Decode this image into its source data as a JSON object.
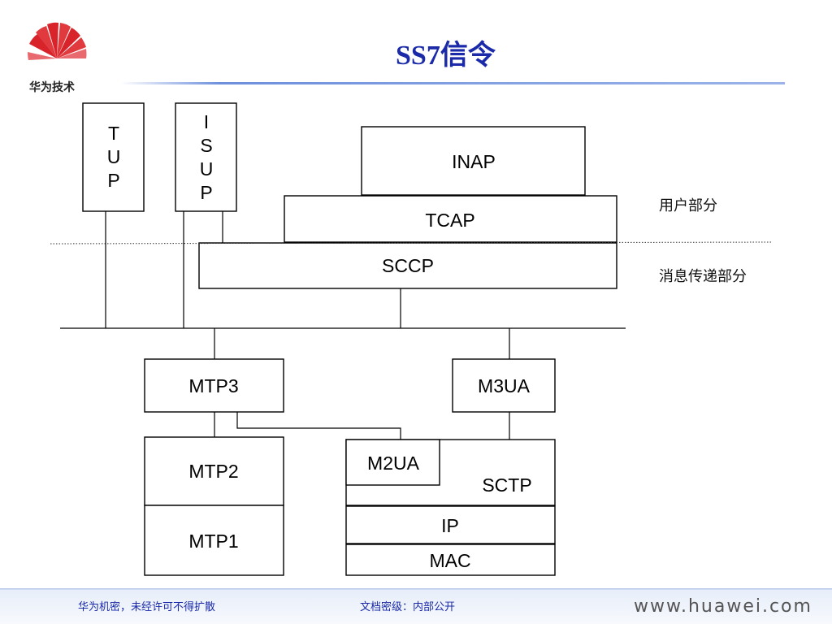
{
  "slide": {
    "title": "SS7信令",
    "logo_text": "华为技术",
    "footer_left": "华为机密，未经许可不得扩散",
    "footer_mid": "文档密级：内部公开",
    "footer_url": "www.huawei.com"
  },
  "diagram": {
    "tup": [
      "T",
      "U",
      "P"
    ],
    "isup": [
      "I",
      "S",
      "U",
      "P"
    ],
    "inap": "INAP",
    "tcap": "TCAP",
    "sccp": "SCCP",
    "mtp3": "MTP3",
    "m3ua": "M3UA",
    "mtp2": "MTP2",
    "mtp1": "MTP1",
    "m2ua": "M2UA",
    "sctp": "SCTP",
    "ip": "IP",
    "mac": "MAC",
    "user_part": "用户部分",
    "message_transfer_part": "消息传递部分"
  },
  "colors": {
    "title": "#1a2aa8",
    "logo_red": "#d8232a",
    "rule_blue": "#5a7fd6",
    "footer_bar": "#c9d7f2"
  }
}
